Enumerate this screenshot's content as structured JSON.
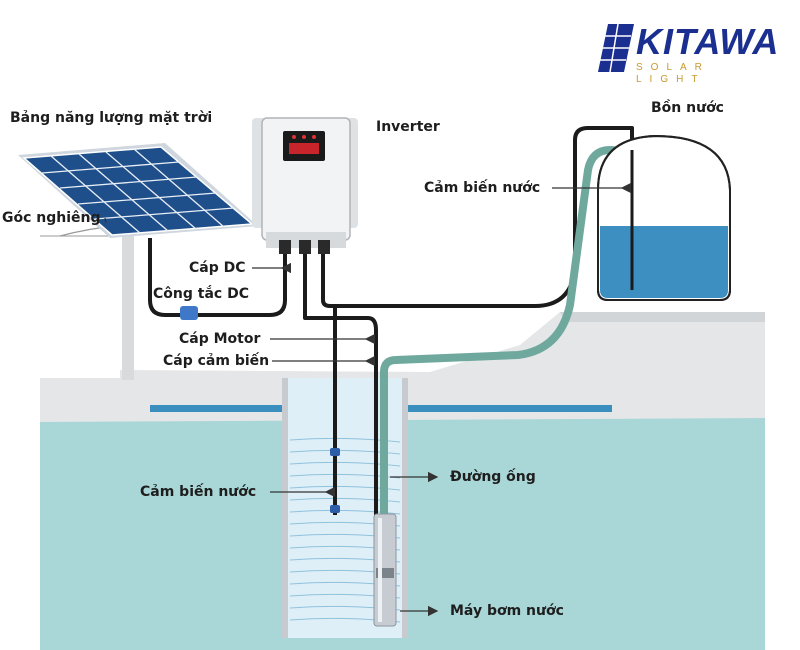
{
  "brand": {
    "name": "KITAWA",
    "tagline": "SOLAR LIGHT",
    "primary_color": "#1a2f8f",
    "accent_color": "#c99a2e"
  },
  "labels": {
    "solar_panel": "Bảng năng lượng mặt trời",
    "tilt_angle": "Góc nghiêng",
    "inverter": "Inverter",
    "water_tank": "Bồn nước",
    "tank_sensor": "Cảm biến nước",
    "dc_cable": "Cáp DC",
    "dc_switch": "Công tắc DC",
    "motor_cable": "Cáp Motor",
    "sensor_cable": "Cáp cảm biến",
    "well_sensor": "Cảm biến nước",
    "pipe": "Đường ống",
    "pump": "Máy bơm nước"
  },
  "colors": {
    "water": "#a9d6d6",
    "tank_water": "#3c8fc0",
    "ground": "#e4e6e8",
    "pipe": "#6fa89d",
    "cable": "#1b1b1b",
    "panel": "#1e4f8a"
  }
}
